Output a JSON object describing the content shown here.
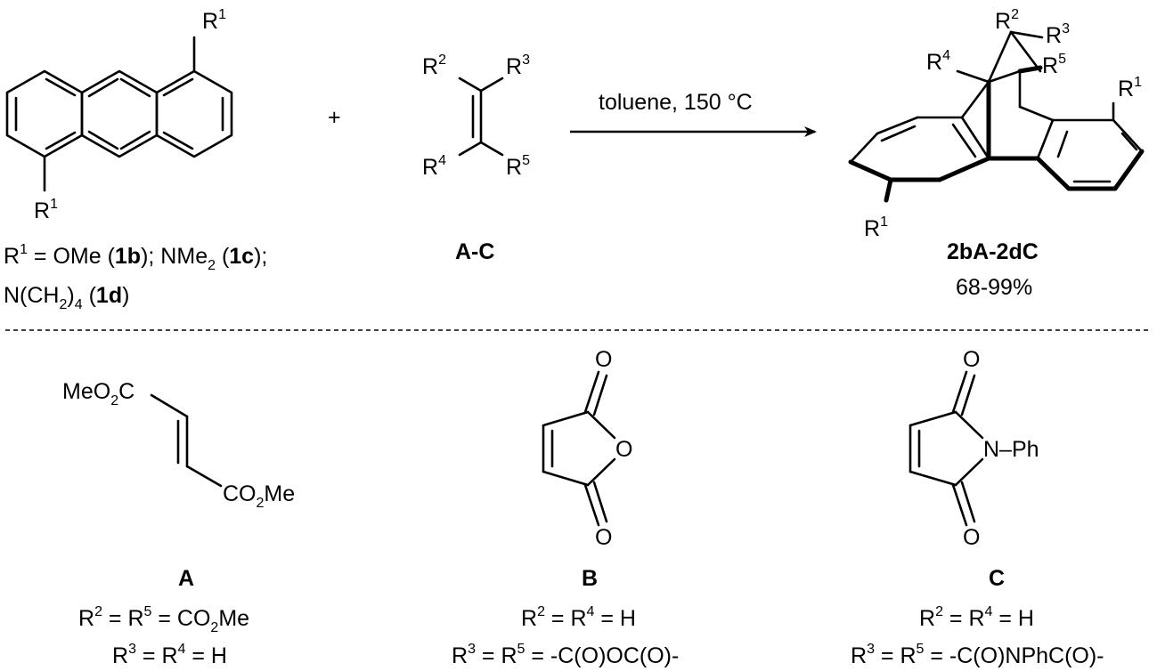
{
  "reaction": {
    "plus": "+",
    "conditions": "toluene, 150 °C",
    "reactant_alkene_label": "A-C",
    "product_label": "2bA-2dC",
    "product_yield": "68-99%"
  },
  "anthracene": {
    "r_top": "R",
    "r_top_sup": "1",
    "r_bottom": "R",
    "r_bottom_sup": "1",
    "def_line1": {
      "a": "R",
      "a_sup": "1",
      "b": " = OMe (",
      "c": "1b",
      "d": "); NMe",
      "d_sub": "2",
      "e": " (",
      "f": "1c",
      "g": ");"
    },
    "def_line2": {
      "a": "N(CH",
      "a_sub": "2",
      "b": ")",
      "b_sub": "4",
      "c": " (",
      "d": "1d",
      "e": ")"
    }
  },
  "alkene": {
    "r2": "R",
    "r2_sup": "2",
    "r3": "R",
    "r3_sup": "3",
    "r4": "R",
    "r4_sup": "4",
    "r5": "R",
    "r5_sup": "5"
  },
  "product": {
    "r2": "R",
    "r2_sup": "2",
    "r3": "R",
    "r3_sup": "3",
    "r4": "R",
    "r4_sup": "4",
    "r5": "R",
    "r5_sup": "5",
    "r1_right": "R",
    "r1_right_sup": "1",
    "r1_left": "R",
    "r1_left_sup": "1"
  },
  "dienophiles": {
    "A": {
      "label": "A",
      "sub_top": "MeO",
      "sub_top_sub": "2",
      "sub_top_tail": "C",
      "sub_bottom": "CO",
      "sub_bottom_sub": "2",
      "sub_bottom_tail": "Me",
      "def1": {
        "a": "R",
        "a_sup": "2",
        "b": " = R",
        "b_sup": "5",
        "c": " = CO",
        "c_sub": "2",
        "d": "Me"
      },
      "def2": {
        "a": "R",
        "a_sup": "3",
        "b": " = R",
        "b_sup": "4",
        "c": " = H"
      }
    },
    "B": {
      "label": "B",
      "o_top": "O",
      "o_ring": "O",
      "o_bottom": "O",
      "def1": {
        "a": "R",
        "a_sup": "2",
        "b": " = R",
        "b_sup": "4",
        "c": " = H"
      },
      "def2": {
        "a": "R",
        "a_sup": "3",
        "b": " = R",
        "b_sup": "5",
        "c": " = -C(O)OC(O)-"
      }
    },
    "C": {
      "label": "C",
      "o_top": "O",
      "n_ph": "N–Ph",
      "o_bottom": "O",
      "def1": {
        "a": "R",
        "a_sup": "2",
        "b": " = R",
        "b_sup": "4",
        "c": " = H"
      },
      "def2": {
        "a": "R",
        "a_sup": "3",
        "b": " = R",
        "b_sup": "5",
        "c": " = -C(O)NPhC(O)-"
      }
    }
  }
}
